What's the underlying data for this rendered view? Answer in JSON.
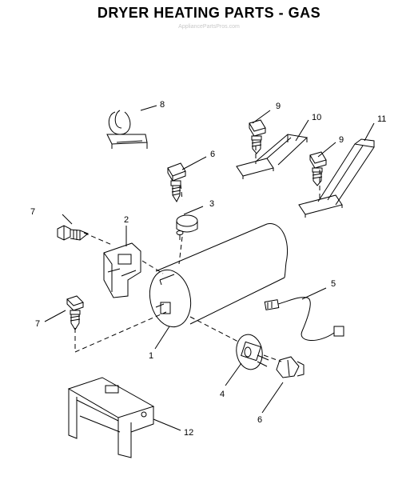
{
  "header": {
    "title": "DRYER HEATING PARTS - GAS"
  },
  "watermark": "AppliancePartsPros.com",
  "parts": [
    {
      "number": "1",
      "name": "burner-tube"
    },
    {
      "number": "2",
      "name": "flame-sensor-bracket"
    },
    {
      "number": "3",
      "name": "flame-sensor"
    },
    {
      "number": "4",
      "name": "igniter"
    },
    {
      "number": "5",
      "name": "wire-harness"
    },
    {
      "number": "6",
      "name": "screw"
    },
    {
      "number": "6",
      "name": "screw"
    },
    {
      "number": "7",
      "name": "screw"
    },
    {
      "number": "7",
      "name": "screw"
    },
    {
      "number": "8",
      "name": "clamp"
    },
    {
      "number": "9",
      "name": "screw"
    },
    {
      "number": "9",
      "name": "screw"
    },
    {
      "number": "10",
      "name": "bracket"
    },
    {
      "number": "11",
      "name": "bracket"
    },
    {
      "number": "12",
      "name": "burner-bracket"
    }
  ],
  "colors": {
    "line": "#000000",
    "background": "#ffffff"
  }
}
